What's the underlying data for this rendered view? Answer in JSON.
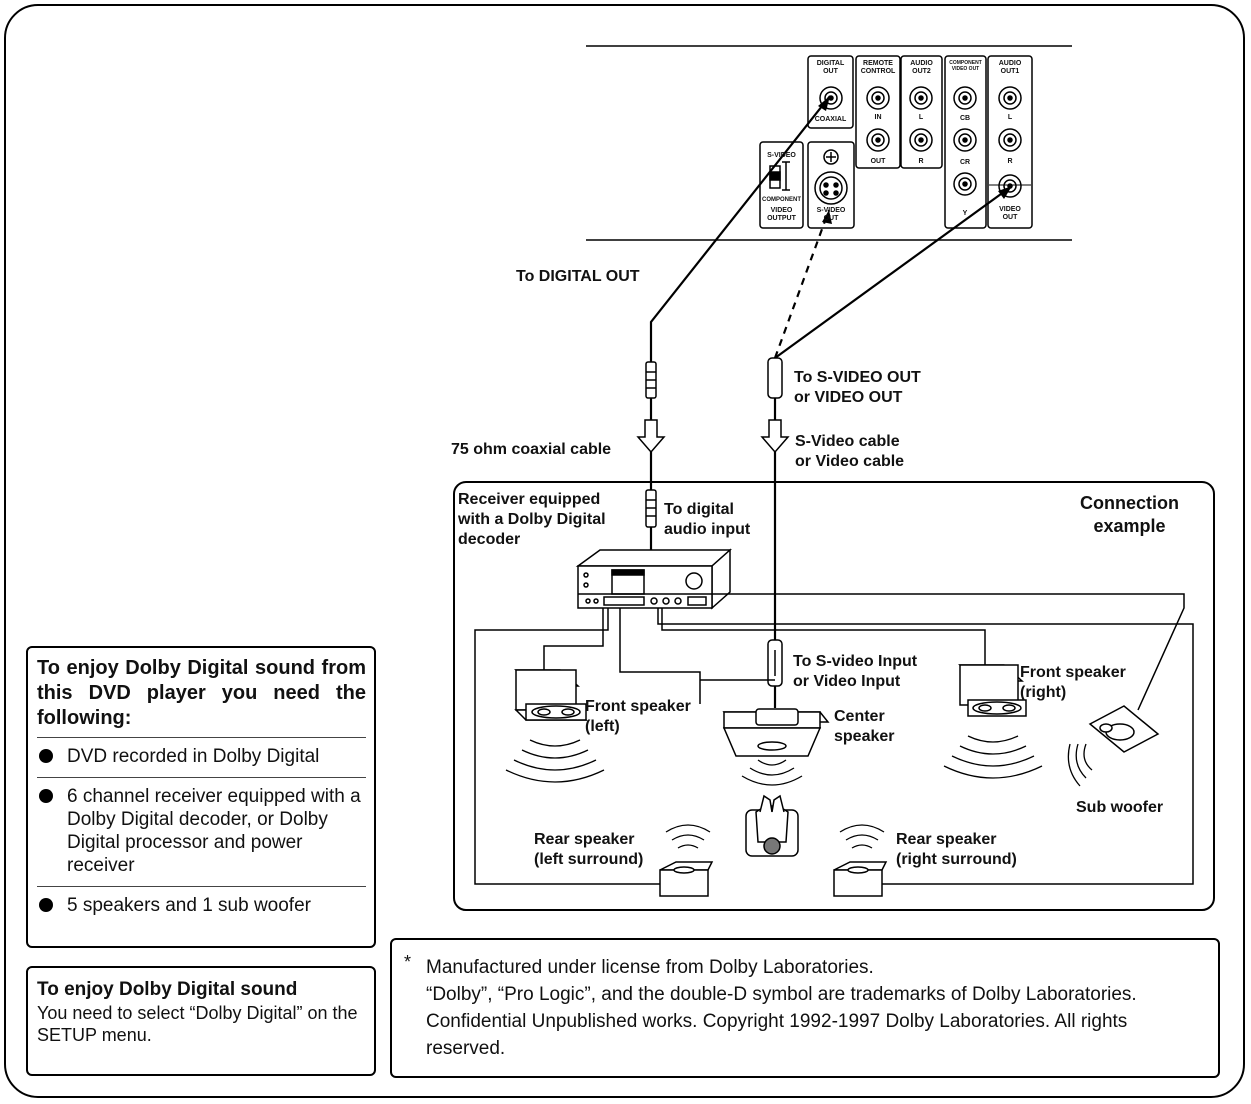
{
  "player_panel": {
    "digital_out": "DIGITAL\nOUT",
    "coaxial": "COAXIAL",
    "remote_control": "REMOTE\nCONTROL",
    "in": "IN",
    "out": "OUT",
    "audio_out2": "AUDIO\nOUT2",
    "component_video_out": "COMPONENT\nVIDEO OUT",
    "cb": "CB",
    "cr": "CR",
    "y": "Y",
    "audio_out1": "AUDIO\nOUT1",
    "l": "L",
    "r": "R",
    "s_video": "S-VIDEO",
    "component": "COMPONENT",
    "video_output": "VIDEO\nOUTPUT",
    "s_video_out": "S-VIDEO\nOUT",
    "video_out": "VIDEO\nOUT"
  },
  "labels": {
    "to_digital_out": "To DIGITAL OUT",
    "to_svideo_out": "To S-VIDEO OUT\nor VIDEO OUT",
    "coax_cable": "75 ohm coaxial cable",
    "svideo_cable": "S-Video cable\nor Video cable",
    "receiver": "Receiver equipped\nwith a Dolby Digital\ndecoder",
    "to_digital_audio": "To digital\naudio input",
    "connection_example": "Connection\nexample",
    "to_svideo_input": "To S-video Input\nor Video Input",
    "front_left": "Front speaker\n(left)",
    "center": "Center\nspeaker",
    "front_right": "Front speaker\n(right)",
    "sub_woofer": "Sub woofer",
    "rear_left": "Rear speaker\n(left surround)",
    "rear_right": "Rear speaker\n(right surround)"
  },
  "requirements": {
    "title": "To enjoy Dolby Digital sound from this DVD player you need the following:",
    "items": [
      "DVD recorded in Dolby Digital",
      "6 channel receiver equipped with a Dolby Digital decoder, or Dolby Digital processor and power receiver",
      "5 speakers and 1 sub woofer"
    ]
  },
  "setup_note": {
    "title": "To enjoy Dolby Digital sound",
    "body": "You need to select “Dolby Digital” on the SETUP menu."
  },
  "license": {
    "asterisk": "*",
    "line1": "Manufactured under license from Dolby Laboratories.",
    "line2": "“Dolby”, “Pro Logic”, and the double-D symbol are trademarks of Dolby Laboratories. Confidential Unpublished works. Copyright 1992-1997 Dolby Laboratories. All rights reserved."
  }
}
